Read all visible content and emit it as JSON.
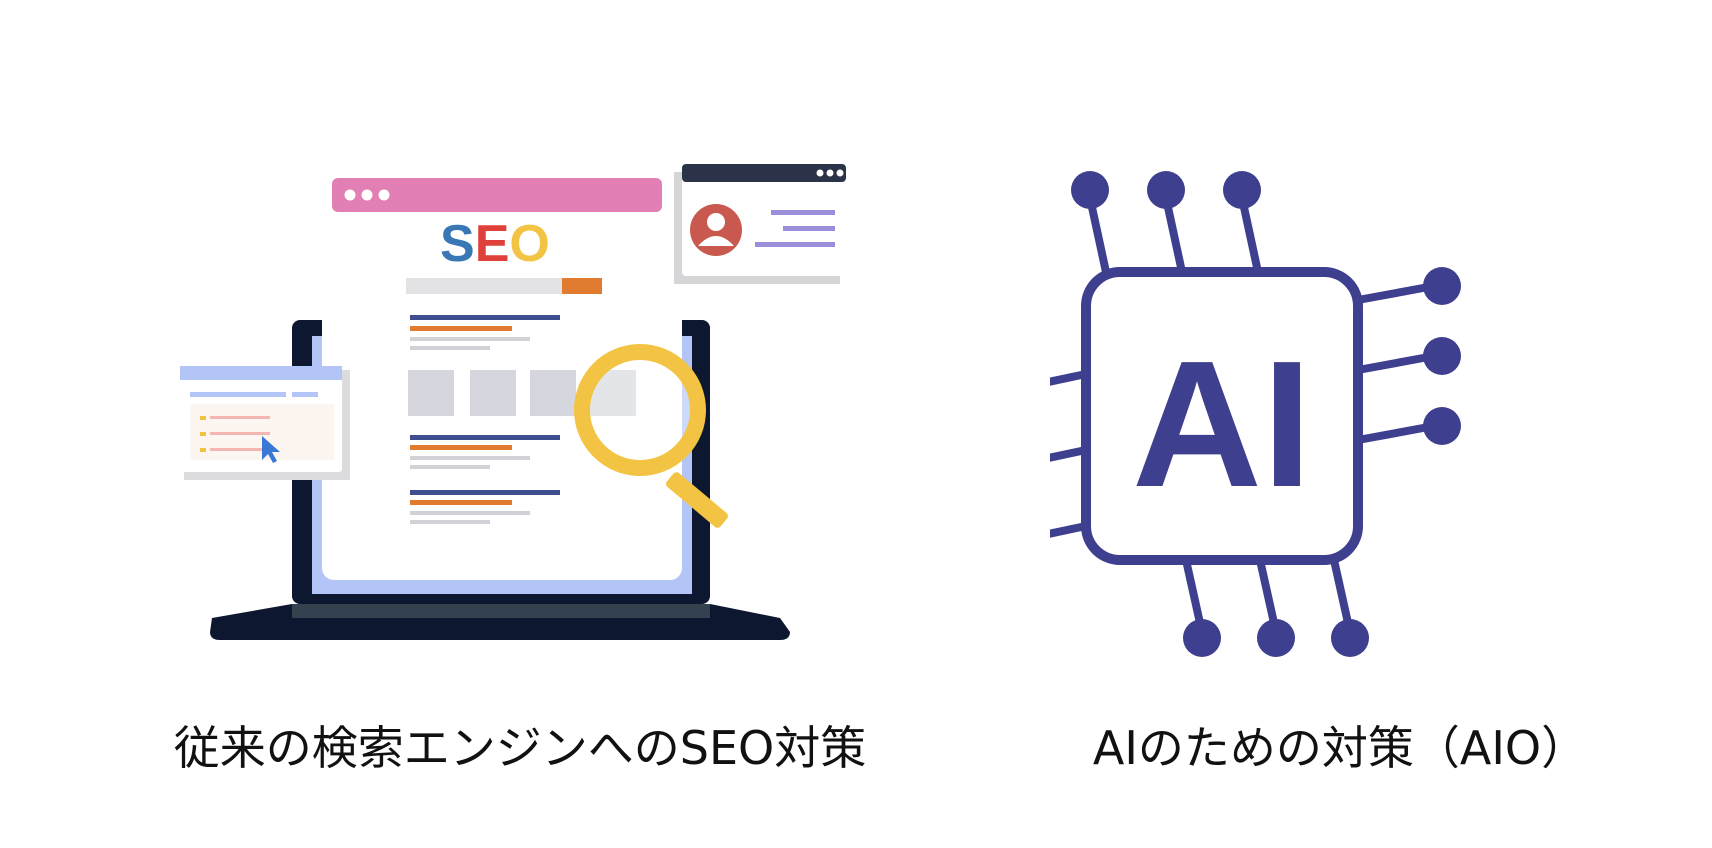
{
  "seo_panel": {
    "logo_letters": [
      {
        "char": "S",
        "color": "#3a78b5"
      },
      {
        "char": "E",
        "color": "#e0403a"
      },
      {
        "char": "O",
        "color": "#f3c443"
      }
    ],
    "caption": "従来の検索エンジンへのSEO対策",
    "icons": [
      "browser-window-icon",
      "profile-card-icon",
      "laptop-icon",
      "magnifier-icon",
      "cursor-icon"
    ],
    "colors": {
      "browser_bar": "#e27fb4",
      "laptop_frame": "#0d1730",
      "laptop_screen": "#b3c5f7",
      "magnifier": "#f3c443",
      "search_button": "#e07b2f",
      "avatar": "#c9594e",
      "card_lines": "#9d8edb"
    }
  },
  "ai_panel": {
    "chip_label": "AI",
    "caption": "AIのための対策（AIO）",
    "icons": [
      "ai-chip-icon"
    ],
    "colors": {
      "chip": "#3f3f8f"
    }
  }
}
